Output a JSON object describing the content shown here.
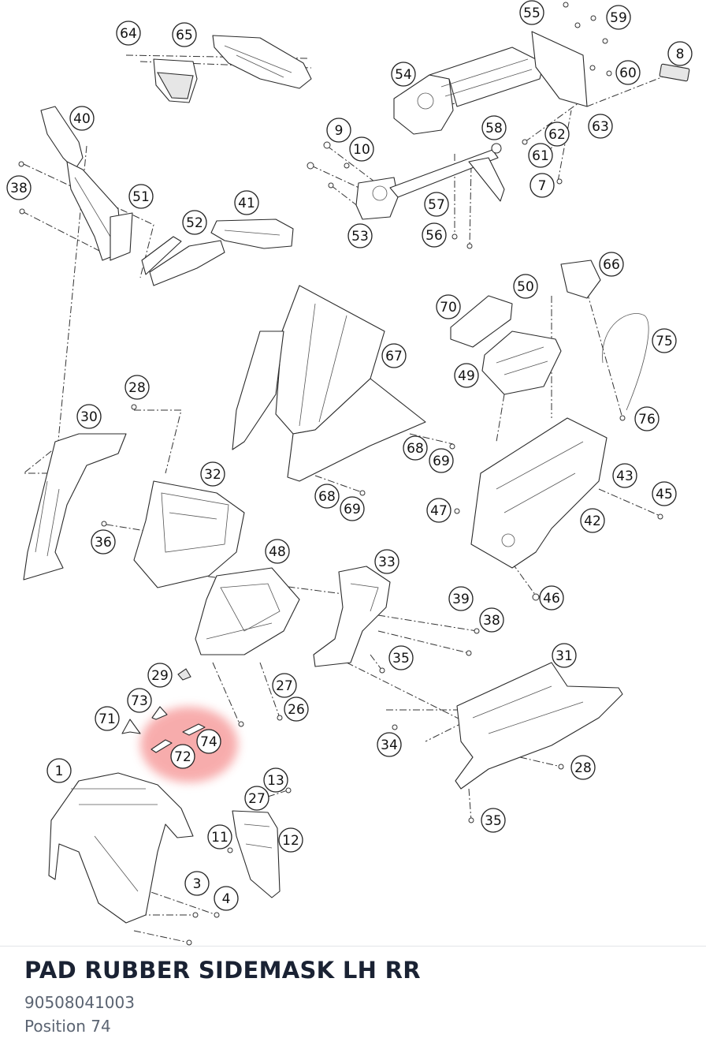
{
  "part": {
    "name": "PAD RUBBER SIDEMASK LH RR",
    "number": "90508041003",
    "position": "Position 74"
  },
  "highlight": {
    "color": "#f26b6b",
    "position_number": "74"
  },
  "callouts": [
    {
      "id": "c64",
      "label": "64"
    },
    {
      "id": "c65",
      "label": "65"
    },
    {
      "id": "c55",
      "label": "55"
    },
    {
      "id": "c59",
      "label": "59"
    },
    {
      "id": "c8",
      "label": "8"
    },
    {
      "id": "c54",
      "label": "54"
    },
    {
      "id": "c60",
      "label": "60"
    },
    {
      "id": "c63",
      "label": "63"
    },
    {
      "id": "c62",
      "label": "62"
    },
    {
      "id": "c61",
      "label": "61"
    },
    {
      "id": "c7",
      "label": "7"
    },
    {
      "id": "c9",
      "label": "9"
    },
    {
      "id": "c10",
      "label": "10"
    },
    {
      "id": "c58",
      "label": "58"
    },
    {
      "id": "c40",
      "label": "40"
    },
    {
      "id": "c38a",
      "label": "38"
    },
    {
      "id": "c51",
      "label": "51"
    },
    {
      "id": "c41",
      "label": "41"
    },
    {
      "id": "c52",
      "label": "52"
    },
    {
      "id": "c57",
      "label": "57"
    },
    {
      "id": "c56",
      "label": "56"
    },
    {
      "id": "c53",
      "label": "53"
    },
    {
      "id": "c66",
      "label": "66"
    },
    {
      "id": "c50",
      "label": "50"
    },
    {
      "id": "c70",
      "label": "70"
    },
    {
      "id": "c75",
      "label": "75"
    },
    {
      "id": "c67",
      "label": "67"
    },
    {
      "id": "c49",
      "label": "49"
    },
    {
      "id": "c28a",
      "label": "28"
    },
    {
      "id": "c76",
      "label": "76"
    },
    {
      "id": "c30",
      "label": "30"
    },
    {
      "id": "c68a",
      "label": "68"
    },
    {
      "id": "c69a",
      "label": "69"
    },
    {
      "id": "c32",
      "label": "32"
    },
    {
      "id": "c43",
      "label": "43"
    },
    {
      "id": "c45",
      "label": "45"
    },
    {
      "id": "c68b",
      "label": "68"
    },
    {
      "id": "c69b",
      "label": "69"
    },
    {
      "id": "c47",
      "label": "47"
    },
    {
      "id": "c42",
      "label": "42"
    },
    {
      "id": "c36",
      "label": "36"
    },
    {
      "id": "c48",
      "label": "48"
    },
    {
      "id": "c33",
      "label": "33"
    },
    {
      "id": "c46",
      "label": "46"
    },
    {
      "id": "c39",
      "label": "39"
    },
    {
      "id": "c38b",
      "label": "38"
    },
    {
      "id": "c35a",
      "label": "35"
    },
    {
      "id": "c31",
      "label": "31"
    },
    {
      "id": "c29",
      "label": "29"
    },
    {
      "id": "c27a",
      "label": "27"
    },
    {
      "id": "c73",
      "label": "73"
    },
    {
      "id": "c26",
      "label": "26"
    },
    {
      "id": "c71",
      "label": "71"
    },
    {
      "id": "c74",
      "label": "74"
    },
    {
      "id": "c34",
      "label": "34"
    },
    {
      "id": "c72",
      "label": "72"
    },
    {
      "id": "c28b",
      "label": "28"
    },
    {
      "id": "c1",
      "label": "1"
    },
    {
      "id": "c13",
      "label": "13"
    },
    {
      "id": "c27b",
      "label": "27"
    },
    {
      "id": "c11",
      "label": "11"
    },
    {
      "id": "c12",
      "label": "12"
    },
    {
      "id": "c35b",
      "label": "35"
    },
    {
      "id": "c3",
      "label": "3"
    },
    {
      "id": "c4",
      "label": "4"
    }
  ]
}
